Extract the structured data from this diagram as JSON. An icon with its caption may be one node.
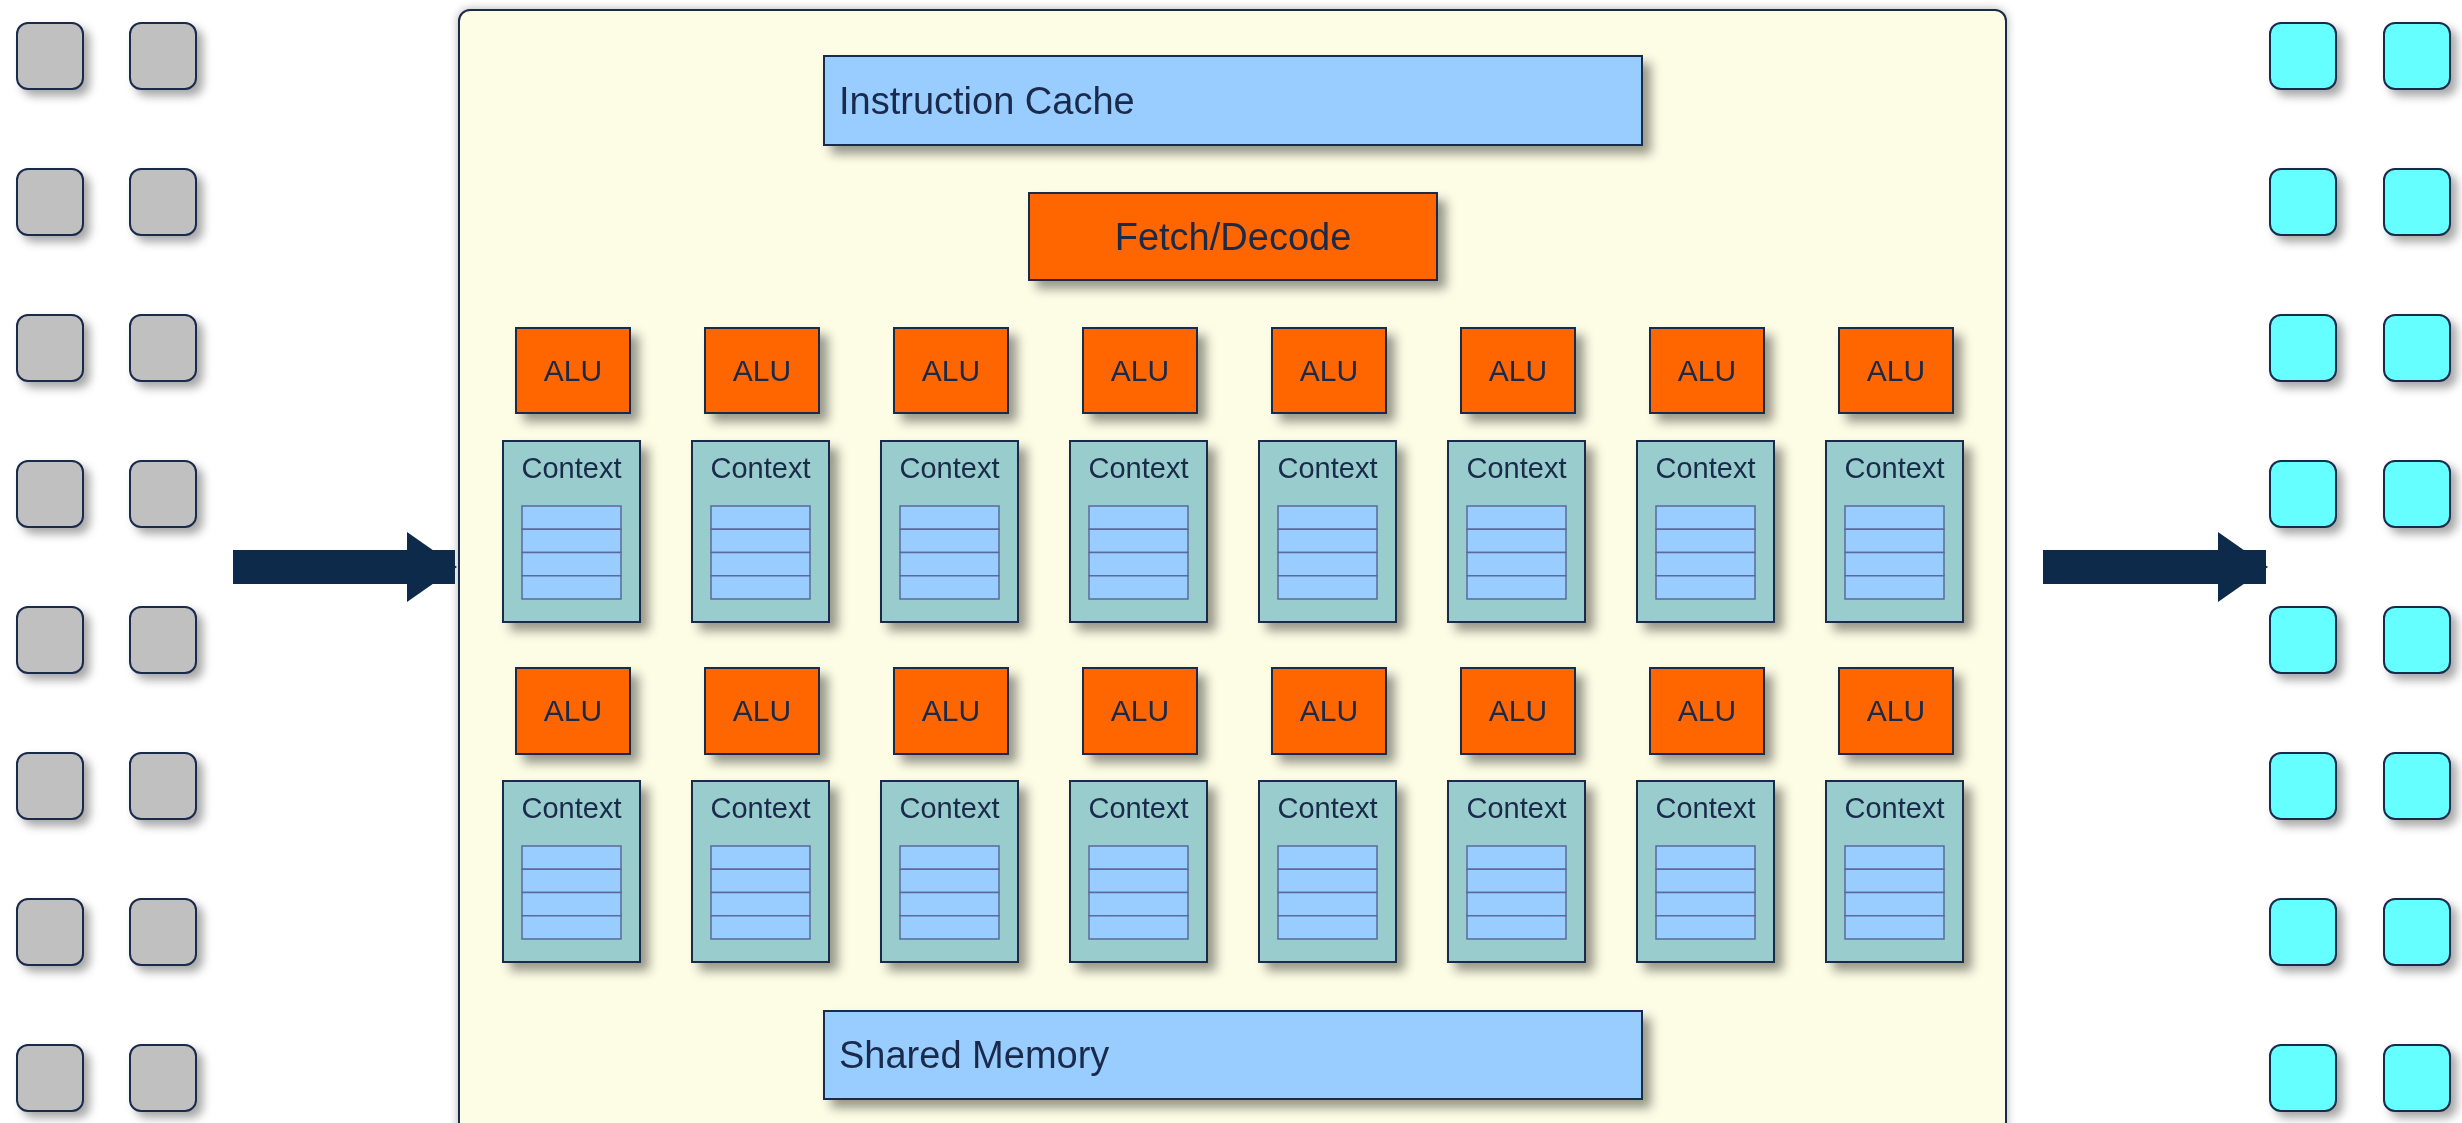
{
  "diagram": {
    "nodes": [
      {
        "text": [],
        "shape": "box"
      },
      {
        "text": [],
        "shape": "box"
      },
      {
        "text": [],
        "shape": "box"
      },
      {
        "text": [],
        "shape": "box"
      },
      {
        "text": [],
        "shape": "box"
      },
      {
        "text": [],
        "shape": "box"
      },
      {
        "text": [],
        "shape": "box"
      },
      {
        "text": [],
        "shape": "box"
      },
      {
        "text": [],
        "shape": "box"
      },
      {
        "text": [],
        "shape": "box"
      },
      {
        "text": [],
        "shape": "box"
      },
      {
        "text": [],
        "shape": "box"
      },
      {
        "text": [],
        "shape": "box"
      },
      {
        "text": [],
        "shape": "box"
      },
      {
        "text": [],
        "shape": "box"
      },
      {
        "text": [],
        "shape": "box"
      },
      {
        "text": [],
        "shape": "box"
      },
      {
        "text": [
          "Instruction Cache"
        ],
        "in": 16
      },
      {
        "text": [
          "Fetch/Decode"
        ],
        "in": 16
      },
      {
        "text": [
          "ALU"
        ],
        "in": 16
      },
      {
        "text": [
          "ALU"
        ],
        "in": 16
      },
      {
        "text": [
          "ALU"
        ],
        "in": 16
      },
      {
        "text": [
          "ALU"
        ],
        "in": 16
      },
      {
        "text": [
          "ALU"
        ],
        "in": 16
      },
      {
        "text": [
          "ALU"
        ],
        "in": 16
      },
      {
        "text": [
          "ALU"
        ],
        "in": 16
      },
      {
        "text": [
          "ALU"
        ],
        "in": 16
      },
      {
        "text": [
          "Context"
        ],
        "in": 16
      },
      {
        "text": [
          "Context"
        ],
        "in": 16
      },
      {
        "text": [
          "Context"
        ],
        "in": 16
      },
      {
        "text": [
          "Context"
        ],
        "in": 16
      },
      {
        "text": [
          "Context"
        ],
        "in": 16
      },
      {
        "text": [
          "Context"
        ],
        "in": 16
      },
      {
        "text": [
          "Context"
        ],
        "in": 16
      },
      {
        "text": [
          "Context"
        ],
        "in": 16
      },
      {
        "text": [
          "ALU"
        ],
        "in": 16
      },
      {
        "text": [
          "ALU"
        ],
        "in": 16
      },
      {
        "text": [
          "ALU"
        ],
        "in": 16
      },
      {
        "text": [
          "ALU"
        ],
        "in": 16
      },
      {
        "text": [
          "ALU"
        ],
        "in": 16
      },
      {
        "text": [
          "ALU"
        ],
        "in": 16
      },
      {
        "text": [
          "ALU"
        ],
        "in": 16
      },
      {
        "text": [
          "ALU"
        ],
        "in": 16
      },
      {
        "text": [
          "Context"
        ],
        "in": 16
      },
      {
        "text": [
          "Context"
        ],
        "in": 16
      },
      {
        "text": [
          "Context"
        ],
        "in": 16
      },
      {
        "text": [
          "Context"
        ],
        "in": 16
      },
      {
        "text": [
          "Context"
        ],
        "in": 16
      },
      {
        "text": [
          "Context"
        ],
        "in": 16
      },
      {
        "text": [
          "Context"
        ],
        "in": 16
      },
      {
        "text": [
          "Context"
        ],
        "in": 16
      },
      {
        "text": [
          "Shared Memory"
        ],
        "in": 16
      },
      {
        "text": [],
        "shape": "box"
      },
      {
        "text": [],
        "shape": "box"
      },
      {
        "text": [],
        "shape": "box"
      },
      {
        "text": [],
        "shape": "box"
      },
      {
        "text": [],
        "shape": "box"
      },
      {
        "text": [],
        "shape": "box"
      },
      {
        "text": [],
        "shape": "box"
      },
      {
        "text": [],
        "shape": "box"
      },
      {
        "text": [],
        "shape": "box"
      },
      {
        "text": [],
        "shape": "box"
      },
      {
        "text": [],
        "shape": "box"
      },
      {
        "text": [],
        "shape": "box"
      },
      {
        "text": [],
        "shape": "box"
      },
      {
        "text": [],
        "shape": "box"
      },
      {
        "text": [],
        "shape": "box"
      },
      {
        "text": [],
        "shape": "box"
      }
    ],
    "edges": [
      {
        "from": 7,
        "to": 16,
        "arrow": "to"
      },
      {
        "from": 16,
        "to": 58,
        "arrow": "to"
      }
    ]
  }
}
